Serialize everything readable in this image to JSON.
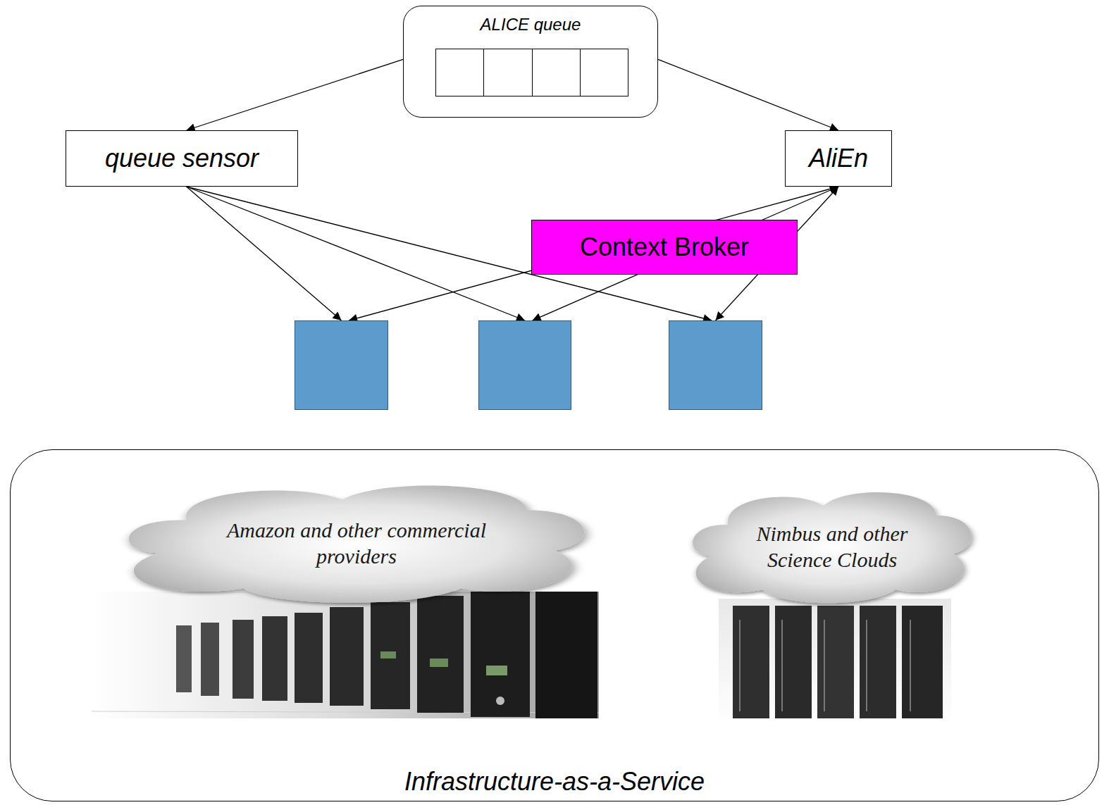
{
  "diagram": {
    "nodes": [
      {
        "text": [
          "ALICE queue"
        ]
      },
      {
        "text": [
          "queue sensor"
        ]
      },
      {
        "text": [
          "AliEn"
        ]
      },
      {
        "text": [
          "Context Broker"
        ]
      },
      {
        "text": []
      },
      {
        "text": []
      },
      {
        "text": []
      },
      {
        "text": [
          "Infrastructure-as-a-Service"
        ]
      },
      {
        "text": [
          "Amazon and other commercial providers"
        ],
        "in": 7
      },
      {
        "text": [
          "Nimbus and other Science Clouds"
        ],
        "in": 7
      }
    ],
    "edges": [
      {
        "from": 0,
        "to": 1,
        "arrow": "to"
      },
      {
        "from": 0,
        "to": 2,
        "arrow": "to"
      },
      {
        "from": 1,
        "to": 4,
        "arrow": "to"
      },
      {
        "from": 1,
        "to": 5,
        "arrow": "to"
      },
      {
        "from": 1,
        "to": 6,
        "arrow": "to"
      },
      {
        "from": 2,
        "to": 4,
        "arrow": "both"
      },
      {
        "from": 2,
        "to": 5,
        "arrow": "both"
      },
      {
        "from": 2,
        "to": 6,
        "arrow": "both"
      }
    ]
  }
}
